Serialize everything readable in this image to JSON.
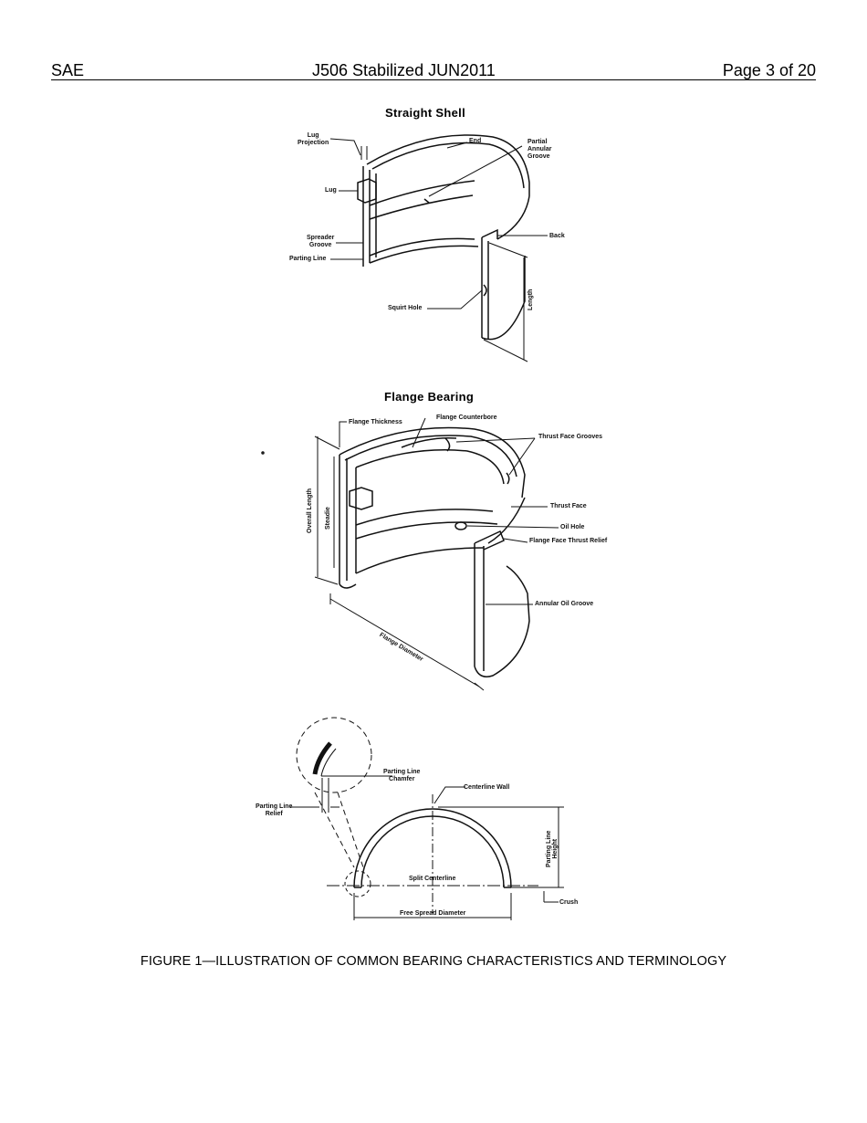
{
  "header": {
    "left": "SAE",
    "center": "J506 Stabilized JUN2011",
    "right": "Page 3 of 20"
  },
  "straight_shell": {
    "title": "Straight  Shell",
    "labels": {
      "lug_projection": "Lug\nProjection",
      "end": "End",
      "partial_annular_groove": "Partial\nAnnular\nGroove",
      "lug": "Lug",
      "spreader_groove": "Spreader\nGroove",
      "parting_line": "Parting Line",
      "back": "Back",
      "length": "Length",
      "squirt_hole": "Squirt Hole"
    }
  },
  "flange_bearing": {
    "title": "Flange  Bearing",
    "labels": {
      "flange_thickness": "Flange Thickness",
      "flange_counterbore": "Flange Counterbore",
      "thrust_face_grooves": "Thrust Face Grooves",
      "overall_length": "Overall Length",
      "steadie": "Steadie",
      "thrust_face": "Thrust Face",
      "oil_hole": "Oil Hole",
      "flange_face_thrust_relief": "Flange Face Thrust Relief",
      "annular_oil_groove": "Annular Oil Groove",
      "flange_diameter": "Flange Diameter"
    }
  },
  "half_shell": {
    "labels": {
      "parting_line_chamfer": "Parting Line\nChamfer",
      "centerline_wall": "Centerline Wall",
      "parting_line_relief": "Parting Line\nRelief",
      "parting_line_height": "Parting Line\nHeight",
      "split_centerline": "Split Centerline",
      "crush": "Crush",
      "free_spread_diameter": "Free Spread Diameter"
    }
  },
  "caption": "FIGURE 1—ILLUSTRATION OF COMMON BEARING CHARACTERISTICS AND TERMINOLOGY"
}
